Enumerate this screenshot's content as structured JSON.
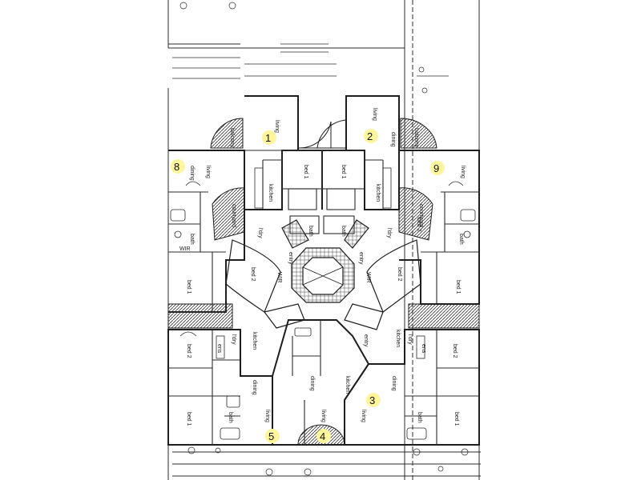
{
  "units": [
    {
      "number": "1",
      "highlight": "#fff59a"
    },
    {
      "number": "2",
      "highlight": "#fff59a"
    },
    {
      "number": "3",
      "highlight": "#fff59a"
    },
    {
      "number": "4",
      "highlight": "#fff59a"
    },
    {
      "number": "5",
      "highlight": "#fff59a"
    },
    {
      "number": "8",
      "highlight": "#fff59a"
    },
    {
      "number": "9",
      "highlight": "#fff59a"
    }
  ],
  "rooms": {
    "living": "living",
    "dining": "dining",
    "kitchen": "kitchen",
    "bed1": "bed 1",
    "bed2": "bed 2",
    "bath": "bath",
    "ens": "ens",
    "ldry": "l'dry",
    "entry": "entry",
    "wir": "WIR",
    "courtyard": "courtyard",
    "balcony": "balcony"
  },
  "colors": {
    "line": "#2b2b2b",
    "paper": "#ffffff",
    "highlight": "#fff59a"
  }
}
